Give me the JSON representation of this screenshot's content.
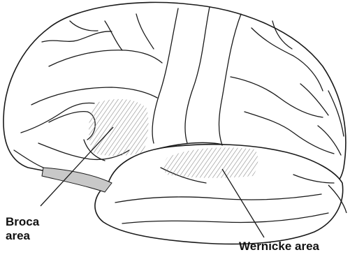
{
  "labels": {
    "broca_line1": "Broca",
    "broca_line2": "area",
    "wernicke": "Wernicke area"
  },
  "colors": {
    "outline": "#1a1a1a",
    "hatch": "#8a8a8a",
    "background": "#ffffff"
  }
}
